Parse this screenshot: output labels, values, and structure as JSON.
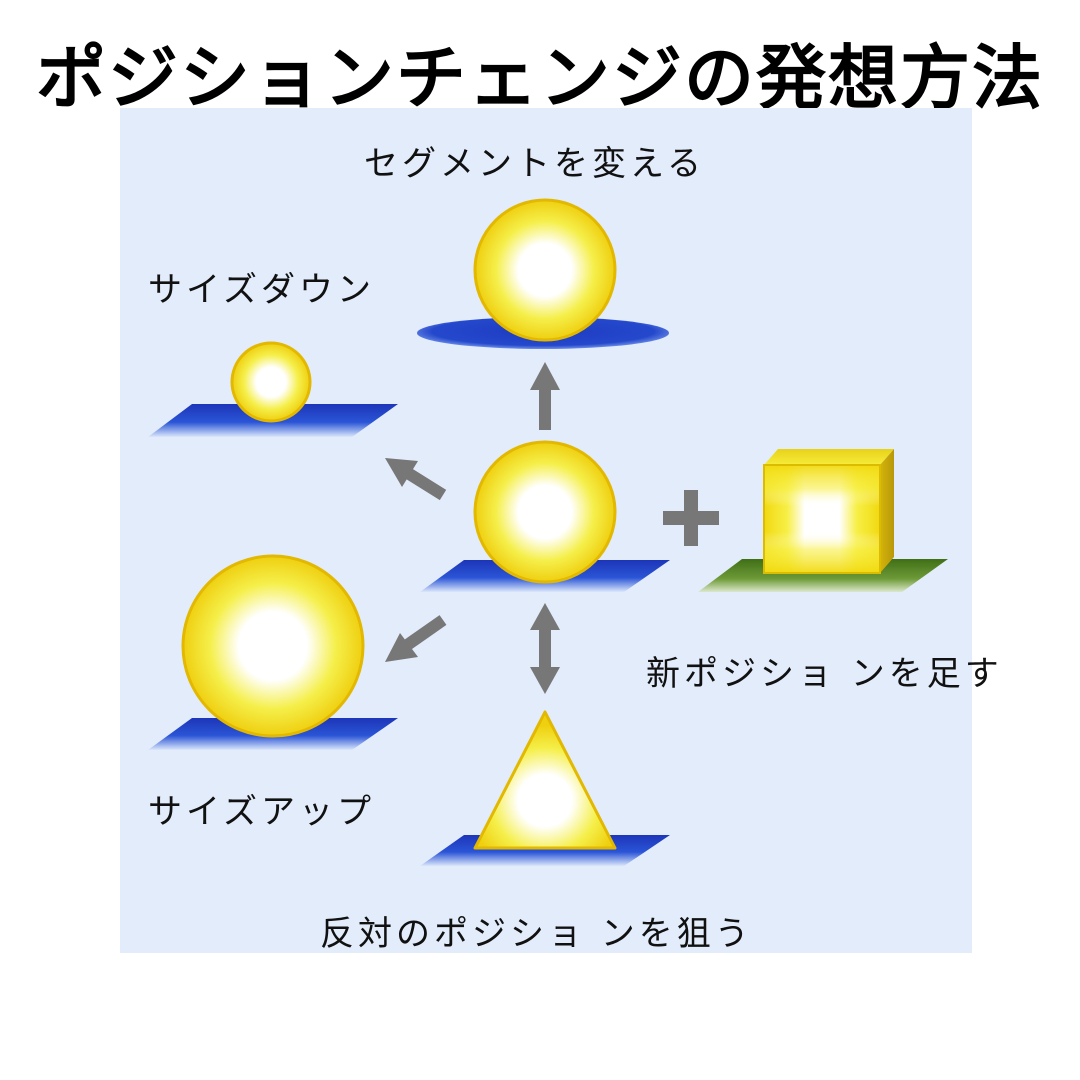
{
  "title": "ポジションチェンジの発想方法",
  "labels": {
    "segment": "セグメントを変える",
    "size_down": "サイズダウン",
    "size_up": "サイズアップ",
    "new_position": "新ポジショ ンを足す",
    "opposite": "反対のポジショ ンを狙う"
  },
  "colors": {
    "panel": "#e2ecfb",
    "shape_fill": "#f2ea1c",
    "shape_stroke": "#e0b400",
    "base_blue": "#1f3fc0",
    "base_green": "#4a7a1c",
    "arrow": "#777777"
  },
  "icons": {
    "center": "circle-on-base",
    "segment": "circle-on-ellipse",
    "size_down": "small-circle-on-base",
    "size_up": "large-circle-on-base",
    "new_position": "cube-on-green-base",
    "opposite": "triangle-on-base",
    "plus": "plus-icon"
  }
}
